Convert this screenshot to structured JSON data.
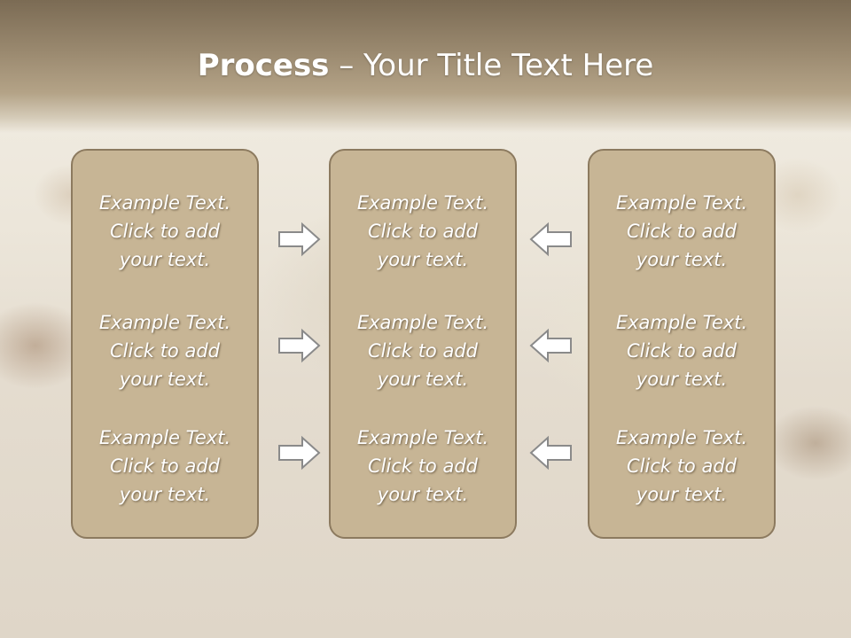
{
  "slide": {
    "title_bold": "Process",
    "title_rest": " – Your Title Text Here"
  },
  "columns": [
    {
      "items": [
        {
          "lines": [
            "Example Text.",
            "Click  to add",
            "your text."
          ]
        },
        {
          "lines": [
            "Example Text.",
            "Click  to add",
            "your text."
          ]
        },
        {
          "lines": [
            "Example Text.",
            "Click  to add",
            "your text."
          ]
        }
      ]
    },
    {
      "items": [
        {
          "lines": [
            "Example Text.",
            "Click  to add",
            "your text."
          ]
        },
        {
          "lines": [
            "Example Text.",
            "Click  to add",
            "your text."
          ]
        },
        {
          "lines": [
            "Example Text.",
            "Click  to add",
            "your text."
          ]
        }
      ]
    },
    {
      "items": [
        {
          "lines": [
            "Example Text.",
            "Click  to add",
            "your text."
          ]
        },
        {
          "lines": [
            "Example Text.",
            "Click  to add",
            "your text."
          ]
        },
        {
          "lines": [
            "Example Text.",
            "Click  to add",
            "your text."
          ]
        }
      ]
    }
  ],
  "arrows": {
    "left_to_middle": "arrow-right-icon",
    "right_to_middle": "arrow-left-icon"
  },
  "colors": {
    "title_band": "#9b8a70",
    "box_fill": "#c7b595",
    "box_border": "#8c7a5f",
    "text": "#ffffff"
  }
}
